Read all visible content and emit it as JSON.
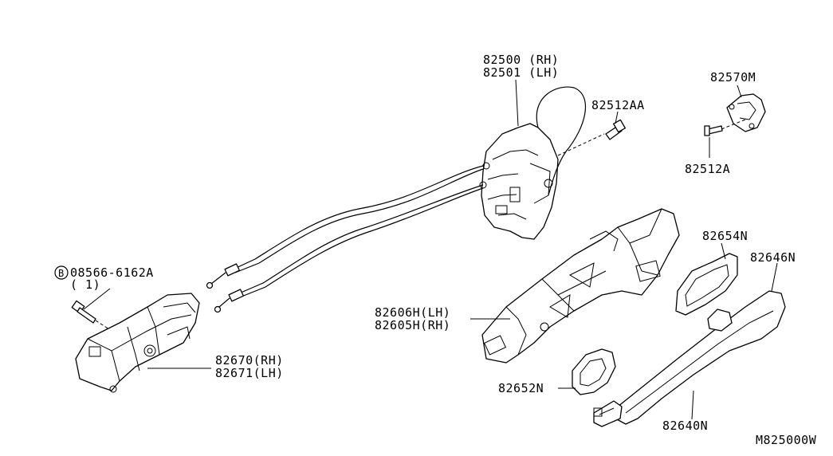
{
  "labels": {
    "lock_rh": "82500 (RH)",
    "lock_lh": "82501 (LH)",
    "screw_lock": "82512AA",
    "striker": "82570M",
    "screw_striker": "82512A",
    "bolt_code": "08566-6162A",
    "bolt_circle": "B",
    "bolt_qty": "( 1)",
    "handle_bracket_rh": "82670(RH)",
    "handle_bracket_lh": "82671(LH)",
    "frame_lh": "82606H(LH)",
    "frame_rh": "82605H(RH)",
    "gasket_front": "82654N",
    "grip": "82646N",
    "gasket_rear": "82652N",
    "outside_handle": "82640N",
    "diagram_code": "M825000W"
  }
}
